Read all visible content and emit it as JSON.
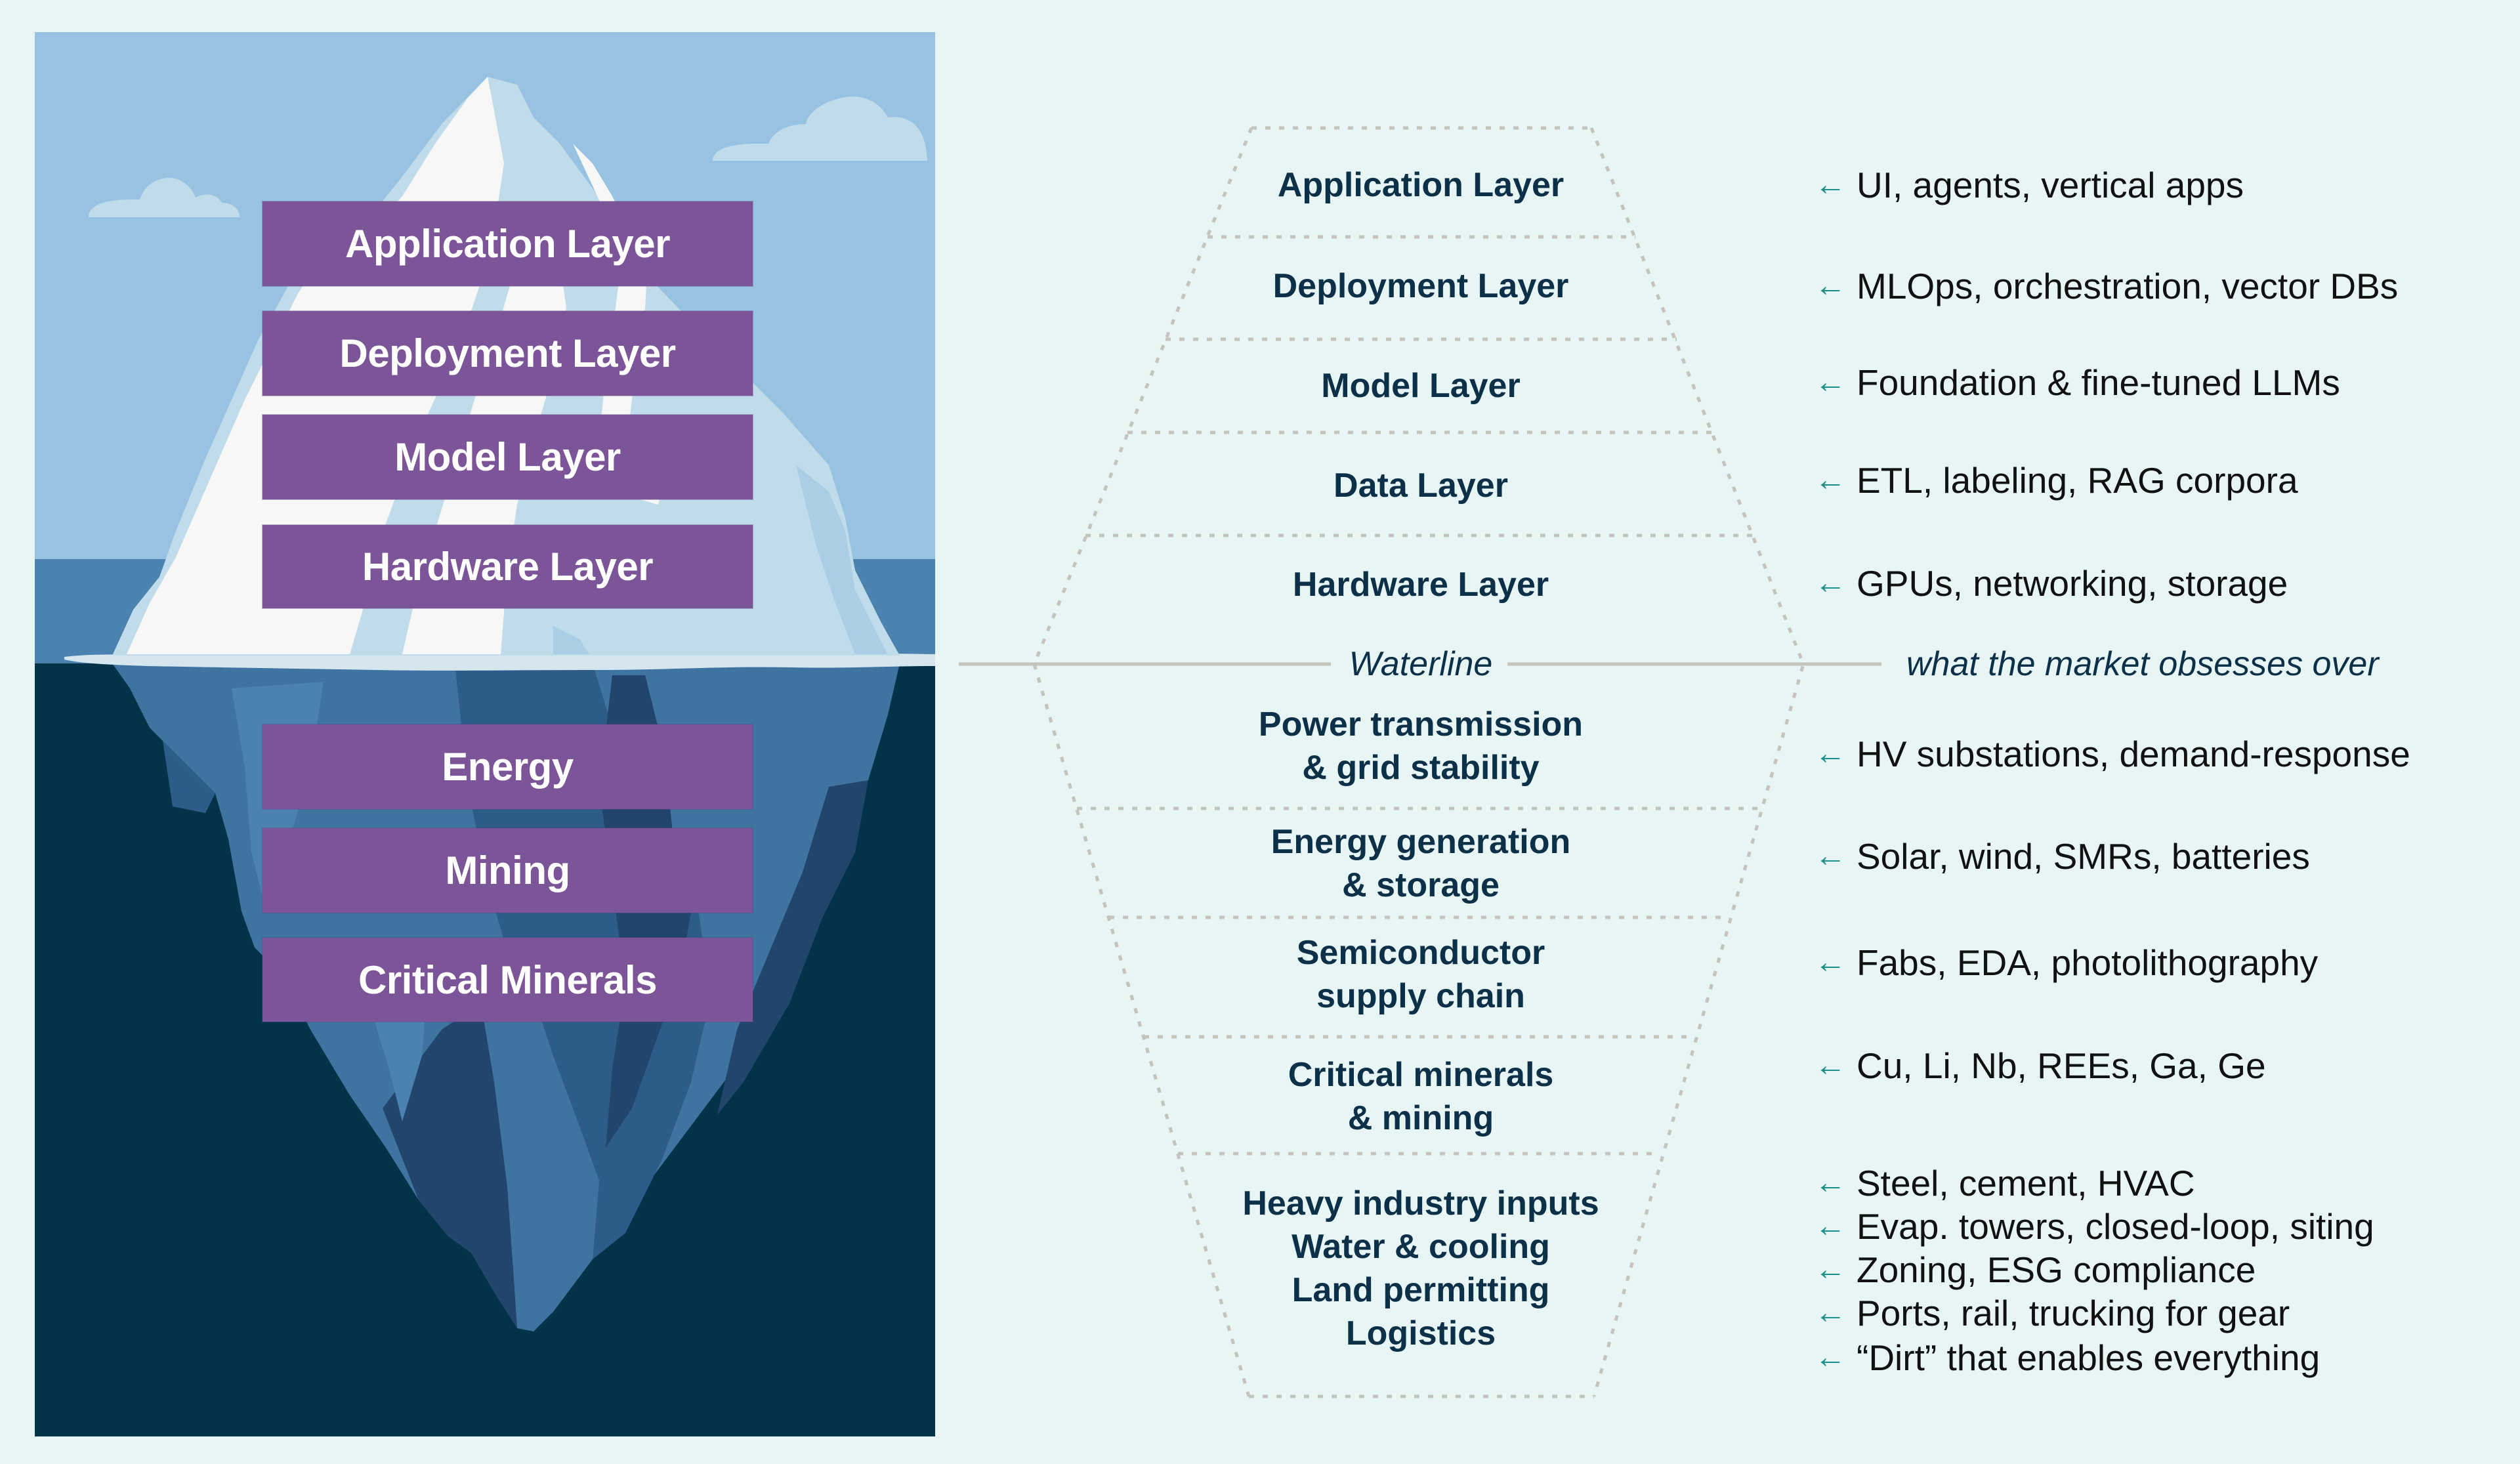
{
  "colors": {
    "page_bg": "#E8F5F5",
    "sky": "#98C2E1",
    "cloud": "#C0DBE9",
    "sea_surface": "#4B82AF",
    "deep_water": "#023349",
    "ice_white": "#F7F7F5",
    "ice_light": "#C0DBE9",
    "ice_shelf": "#D6E6EE",
    "under_ice_1": "#3F74A1",
    "under_ice_2": "#2E5C88",
    "under_ice_3": "#22466B",
    "under_ice_4": "#4C82B0",
    "label_purple": "#7B5597",
    "text_dark": "#0B3047",
    "arrow_teal": "#1A9088",
    "divider": "#C4C4BC"
  },
  "iceberg": {
    "above_water_labels": [
      "Application Layer",
      "Deployment Layer",
      "Model Layer",
      "Hardware Layer"
    ],
    "below_water_labels": [
      "Energy",
      "Mining",
      "Critical Minerals"
    ]
  },
  "diagram": {
    "waterline_label": "Waterline",
    "waterline_note": "what the market obsesses over",
    "above_layers": [
      {
        "label": "Application Layer",
        "note": "UI, agents, vertical apps"
      },
      {
        "label": "Deployment Layer",
        "note": "MLOps, orchestration, vector DBs"
      },
      {
        "label": "Model Layer",
        "note": "Foundation & fine-tuned LLMs"
      },
      {
        "label": "Data Layer",
        "note": "ETL, labeling, RAG corpora"
      },
      {
        "label": "Hardware Layer",
        "note": "GPUs, networking, storage"
      }
    ],
    "below_layers": [
      {
        "label_lines": [
          "Power transmission",
          "& grid stability"
        ],
        "notes": [
          "HV substations, demand-response"
        ]
      },
      {
        "label_lines": [
          "Energy generation",
          "& storage"
        ],
        "notes": [
          "Solar, wind, SMRs, batteries"
        ]
      },
      {
        "label_lines": [
          "Semiconductor",
          "supply chain"
        ],
        "notes": [
          "Fabs, EDA, photolithography"
        ]
      },
      {
        "label_lines": [
          "Critical minerals",
          "& mining"
        ],
        "notes": [
          "Cu, Li, Nb, REEs, Ga, Ge"
        ]
      },
      {
        "label_lines": [
          "Heavy industry inputs",
          "Water & cooling",
          "Land permitting",
          "Logistics"
        ],
        "notes": [
          "Steel, cement, HVAC",
          "Evap. towers, closed-loop, siting",
          "Zoning, ESG compliance",
          "Ports, rail, trucking for gear",
          "“Dirt” that enables everything"
        ]
      }
    ],
    "arrow_glyph": "←"
  }
}
